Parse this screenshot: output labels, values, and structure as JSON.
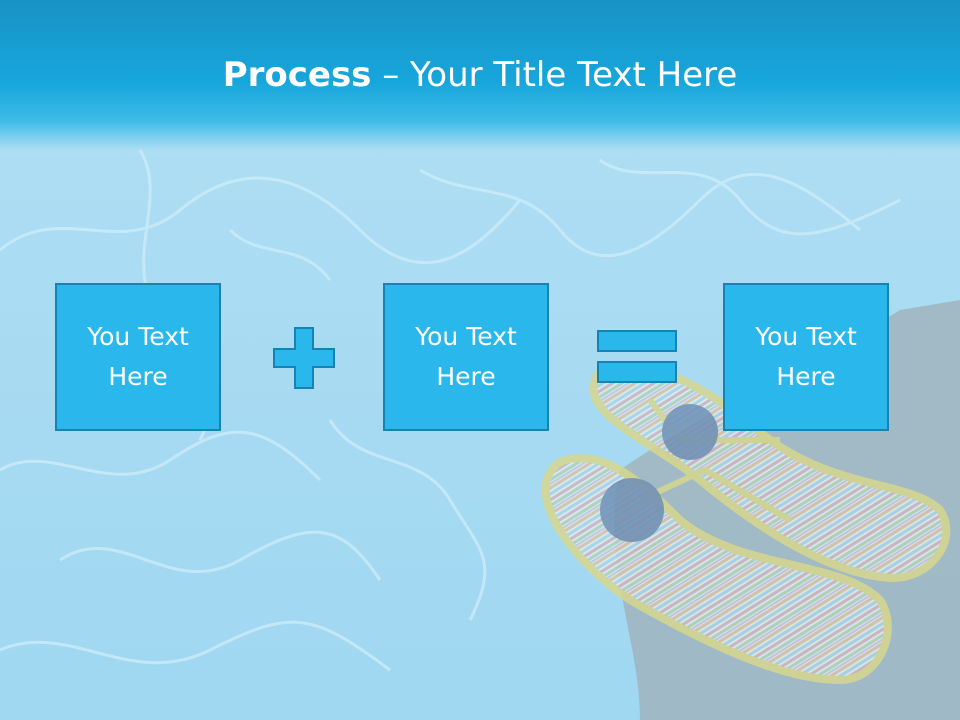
{
  "slide": {
    "title_bold": "Process",
    "title_rest": "– Your Title Text Here",
    "boxes": [
      {
        "label": "You Text Here"
      },
      {
        "label": "You Text Here"
      },
      {
        "label": "You Text Here"
      }
    ],
    "operators": [
      "plus-icon",
      "equals-icon"
    ]
  },
  "colors": {
    "title_bar": "#17a6dc",
    "box_fill": "#29b7ec",
    "box_border": "#1783b3",
    "water": "#9ed6f0"
  }
}
